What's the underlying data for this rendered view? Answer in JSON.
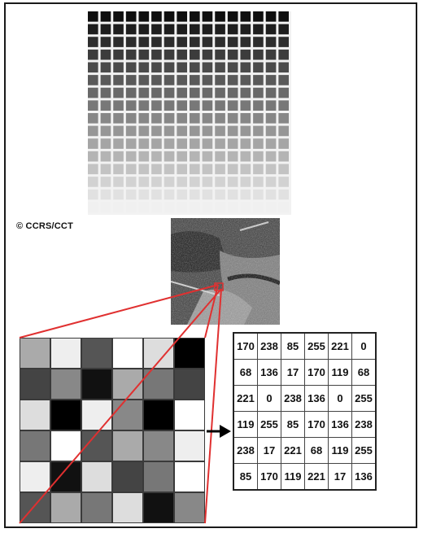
{
  "credit_text": "© CCRS/CCT",
  "gradient_grid": {
    "rows": 16,
    "cols": 16
  },
  "pixel_values": [
    [
      170,
      238,
      85,
      255,
      221,
      0
    ],
    [
      68,
      136,
      17,
      170,
      119,
      68
    ],
    [
      221,
      0,
      238,
      136,
      0,
      255
    ],
    [
      119,
      255,
      85,
      170,
      136,
      238
    ],
    [
      238,
      17,
      221,
      68,
      119,
      255
    ],
    [
      85,
      170,
      119,
      221,
      17,
      136
    ]
  ],
  "colors": {
    "zoom_lines": "#e03030",
    "frame": "#1a1a1a"
  }
}
